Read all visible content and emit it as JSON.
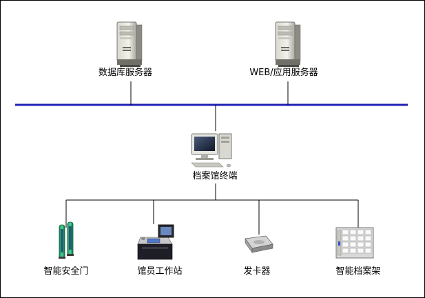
{
  "colors": {
    "network_line": "#1f1fb4",
    "connector": "#000000"
  },
  "servers": {
    "database": {
      "label": "数据库服务器",
      "icon": "server-tower-icon"
    },
    "web_app": {
      "label": "WEB/应用服务器",
      "icon": "server-tower-icon"
    }
  },
  "terminal": {
    "label": "档案馆终端",
    "icon": "desktop-computer-icon"
  },
  "devices": [
    {
      "label": "智能安全门",
      "icon": "security-gate-icon"
    },
    {
      "label": "馆员工作站",
      "icon": "workstation-icon"
    },
    {
      "label": "发卡器",
      "icon": "card-issuer-icon"
    },
    {
      "label": "智能档案架",
      "icon": "smart-shelf-icon"
    }
  ]
}
